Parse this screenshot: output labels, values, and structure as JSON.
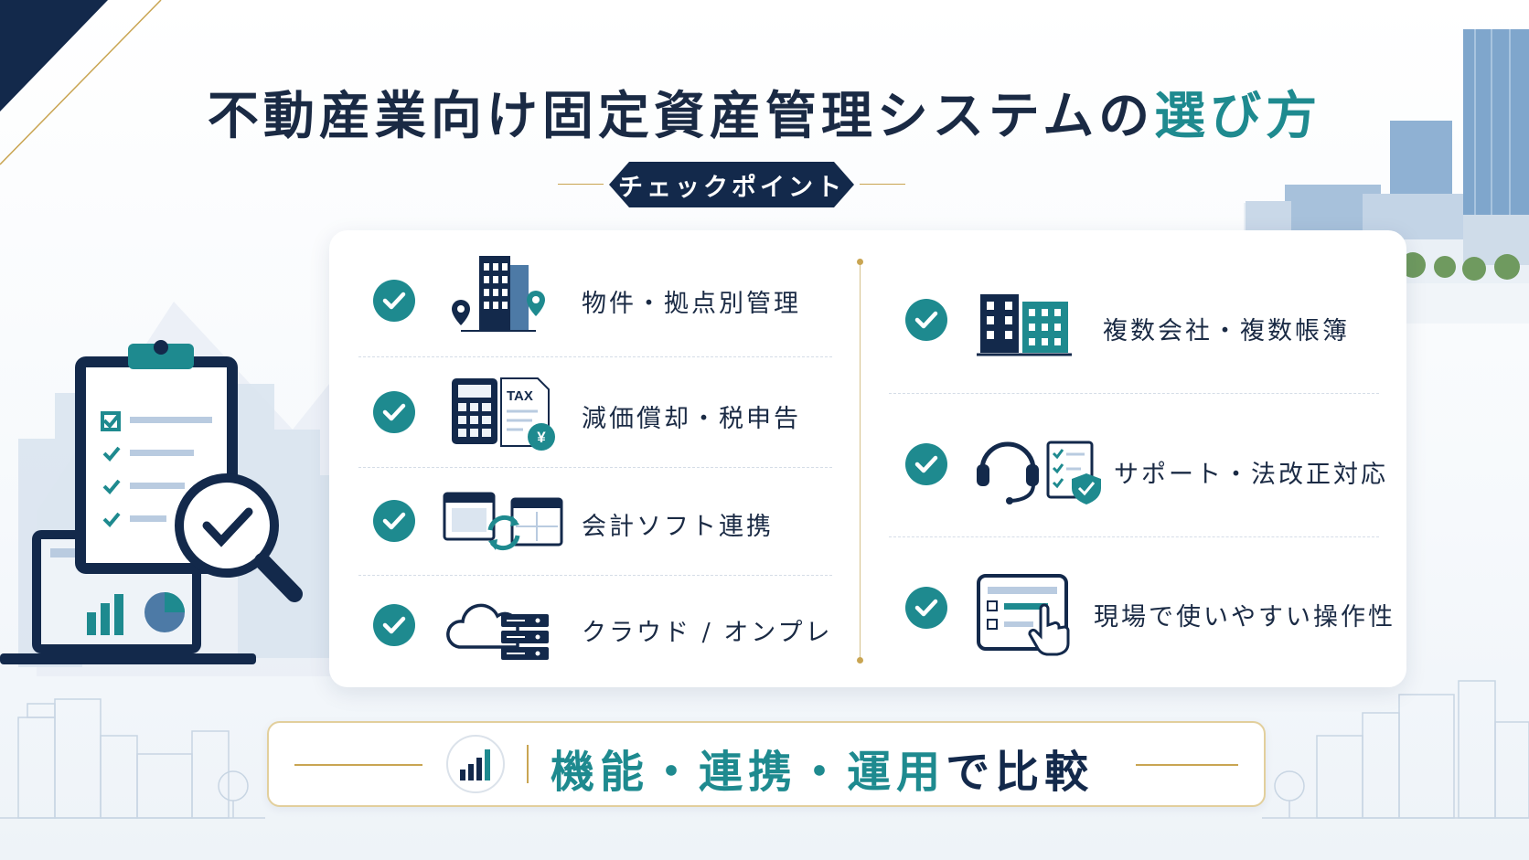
{
  "header": {
    "title_main": "不動産業向け固定資産管理システムの",
    "title_accent": "選び方",
    "subtitle": "チェックポイント"
  },
  "checkpoints_left": [
    {
      "label": "物件・拠点別管理",
      "icon": "building-location-icon"
    },
    {
      "label": "減価償却・税申告",
      "icon": "calculator-tax-icon"
    },
    {
      "label": "会計ソフト連携",
      "icon": "software-sync-icon"
    },
    {
      "label": "クラウド / オンプレ",
      "icon": "cloud-server-icon"
    }
  ],
  "checkpoints_right": [
    {
      "label": "複数会社・複数帳簿",
      "icon": "multiple-buildings-icon"
    },
    {
      "label": "サポート・法改正対応",
      "icon": "headset-shield-icon"
    },
    {
      "label": "現場で使いやすい操作性",
      "icon": "tablet-touch-icon"
    }
  ],
  "icon_texts": {
    "tax": "TAX",
    "yen": "¥"
  },
  "footer": {
    "part1": "機能",
    "sep": "・",
    "part2": "連携",
    "part3": "運用",
    "suffix": "で比較"
  },
  "colors": {
    "navy": "#13294b",
    "teal": "#1e8a8f",
    "gold": "#c9a552"
  }
}
